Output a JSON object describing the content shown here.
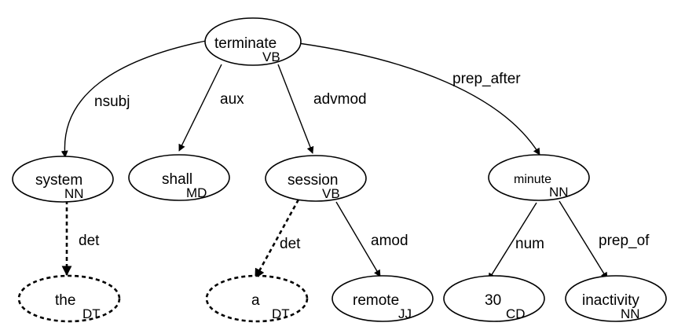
{
  "nodes": {
    "terminate": {
      "word": "terminate",
      "tag": "VB"
    },
    "system": {
      "word": "system",
      "tag": "NN"
    },
    "shall": {
      "word": "shall",
      "tag": "MD"
    },
    "session": {
      "word": "session",
      "tag": "VB"
    },
    "minute": {
      "word": "minute",
      "tag": "NN"
    },
    "the": {
      "word": "the",
      "tag": "DT"
    },
    "a": {
      "word": "a",
      "tag": "DT"
    },
    "remote": {
      "word": "remote",
      "tag": "JJ"
    },
    "thirty": {
      "word": "30",
      "tag": "CD"
    },
    "inactivity": {
      "word": "inactivity",
      "tag": "NN"
    }
  },
  "edges": {
    "nsubj": "nsubj",
    "aux": "aux",
    "advmod": "advmod",
    "prep_after": "prep_after",
    "det_the": "det",
    "det_a": "det",
    "amod": "amod",
    "num": "num",
    "prep_of": "prep_of"
  },
  "colors": {
    "stroke": "#000000",
    "background": "#ffffff"
  }
}
